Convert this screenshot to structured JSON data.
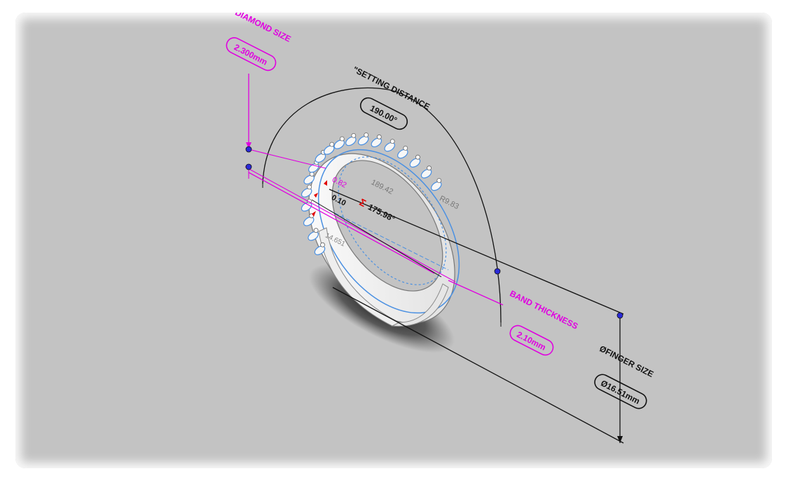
{
  "viewport": {
    "background": "#c3c3c3",
    "dimension_color_magenta": "#e000e0",
    "dimension_color_black": "#111111",
    "sketch_color_blue": "#4a90e2",
    "handle_color": "#2a2ad8"
  },
  "dimensions": {
    "diamond_size": {
      "label": "Ø DIAMOND SIZE",
      "value": "2.300mm"
    },
    "setting_distance": {
      "label": "\"SETTING DISTANCE",
      "value": "190.00°"
    },
    "band_thickness": {
      "label": "BAND THICKNESS",
      "value": "2.10mm"
    },
    "finger_size": {
      "label": "ØFINGER SIZE",
      "value": "Ø16.51mm"
    }
  },
  "sketch_annotations": {
    "angle_sum": {
      "symbol": "Σ",
      "value": "175.98°"
    },
    "radius_1": "R9.83",
    "arc_1": "189.42",
    "small_1": "0.10",
    "small_2": "0.82",
    "small_3": "14.651"
  }
}
